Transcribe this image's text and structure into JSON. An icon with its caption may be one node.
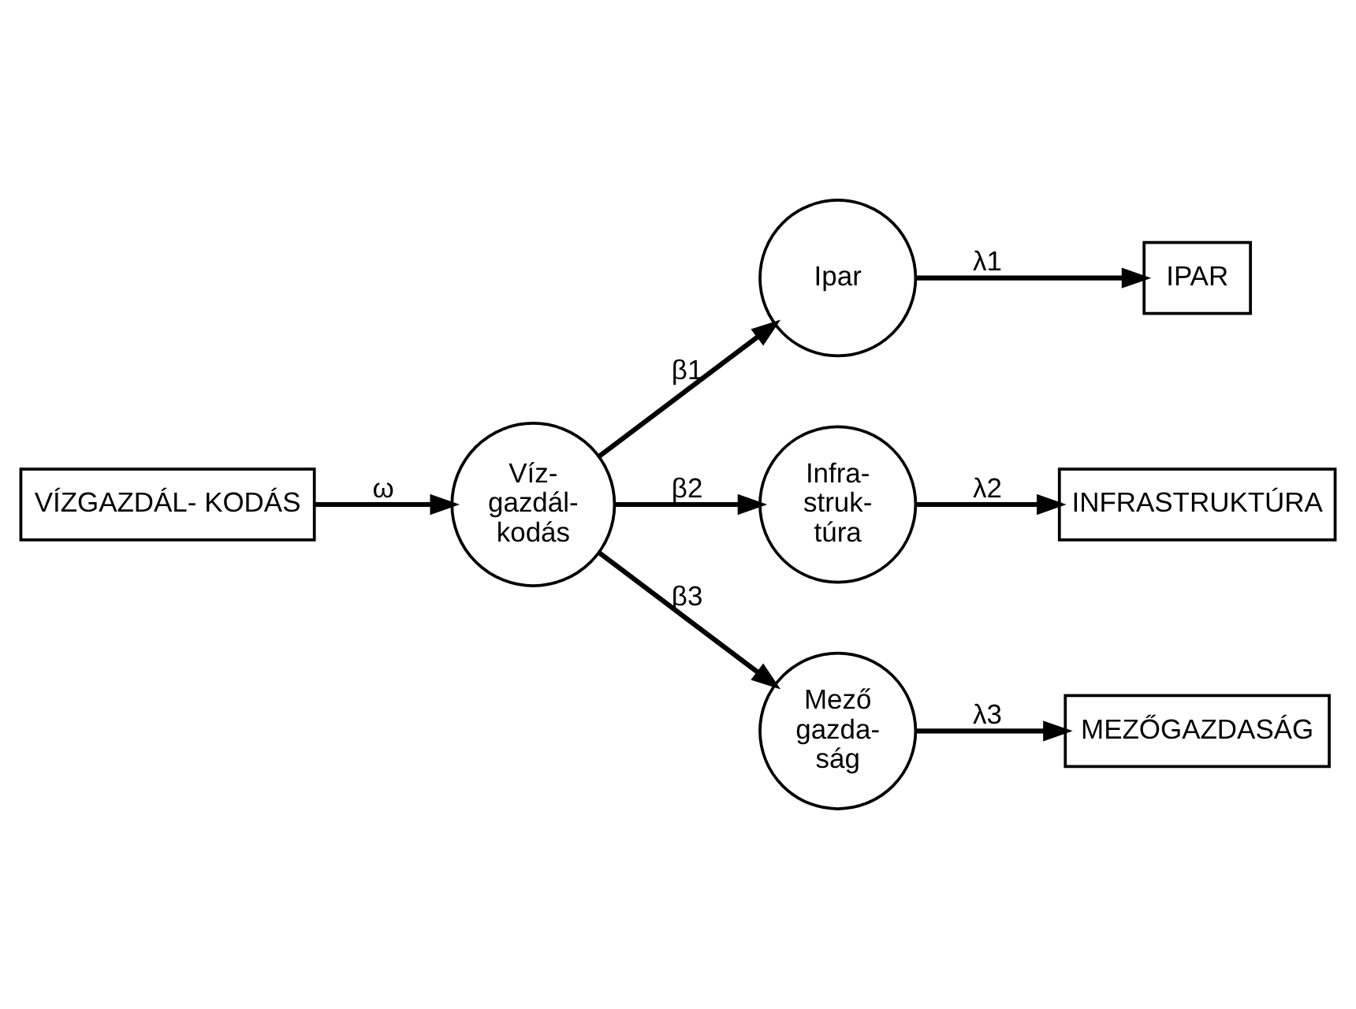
{
  "diagram": {
    "nodes": [
      {
        "text": [
          "VÍZGAZDÁL- KODÁS"
        ]
      },
      {
        "text": [
          "Víz- gazdál- kodás"
        ]
      },
      {
        "text": [
          "Ipar"
        ]
      },
      {
        "text": [
          "IPAR"
        ]
      },
      {
        "text": [
          "Infra- struk- túra"
        ]
      },
      {
        "text": [
          "INFRASTRUKTÚRA"
        ]
      },
      {
        "text": [
          "Mező gazda- ság"
        ]
      },
      {
        "text": [
          "MEZŐGAZDASÁG"
        ]
      }
    ],
    "edges": [
      {
        "from": 0,
        "to": 1,
        "arrow": "to",
        "label": "ω"
      },
      {
        "from": 1,
        "to": 2,
        "arrow": "to",
        "label": "β1"
      },
      {
        "from": 2,
        "to": 3,
        "arrow": "to",
        "label": "λ1"
      },
      {
        "from": 1,
        "to": 4,
        "arrow": "to",
        "label": "β2"
      },
      {
        "from": 4,
        "to": 5,
        "arrow": "to",
        "label": "λ2"
      },
      {
        "from": 1,
        "to": 6,
        "arrow": "to",
        "label": "β3"
      },
      {
        "from": 6,
        "to": 7,
        "arrow": "to",
        "label": "λ3"
      }
    ]
  }
}
